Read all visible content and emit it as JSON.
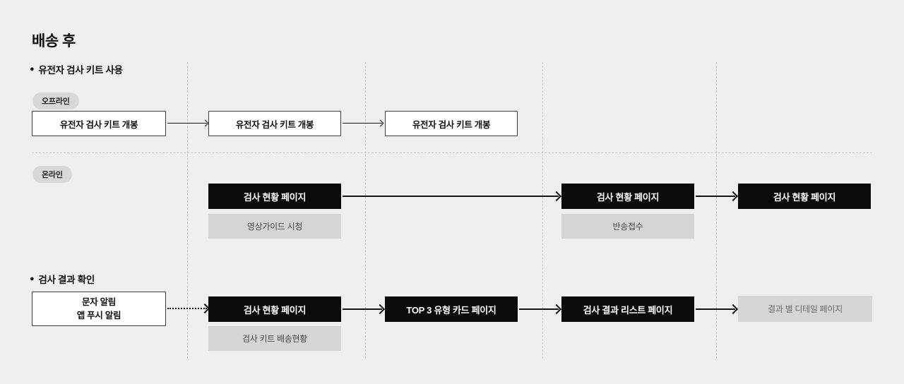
{
  "page": {
    "title": "배송 후",
    "bullet": "●"
  },
  "badges": {
    "offline": "오프라인",
    "online": "온라인"
  },
  "sections": [
    {
      "label": "유전자 검사 키트 사용"
    },
    {
      "label": "검사 결과 확인"
    }
  ],
  "offline_row": {
    "boxes": [
      "유전자 검사 키트 개봉",
      "유전자 검사 키트 개봉",
      "유전자 검사 키트 개봉"
    ]
  },
  "online_row": {
    "boxes": [
      {
        "label": "검사 현황 페이지",
        "sub": "영상가이드 시청"
      },
      {
        "label": "검사 현황 페이지",
        "sub": "반송접수"
      },
      {
        "label": "검사 현황 페이지"
      }
    ]
  },
  "result_row": {
    "notify_box": {
      "line1": "문자 알림",
      "line2": "앱 푸시 알림"
    },
    "boxes": [
      {
        "label": "검사 현황 페이지",
        "sub": "검사 키트 배송현황"
      },
      {
        "label": "TOP 3 유형 카드 페이지"
      },
      {
        "label": "검사 결과 리스트 페이지"
      }
    ],
    "detail_box": "결과 별 디테일 페이지"
  },
  "colors": {
    "background": "#edeff1",
    "page_box": "#0b0b0b",
    "page_box_text": "#ffffff",
    "sub_box": "#d3d5d6",
    "sub_box_text": "#474747",
    "white_box_border": "#3d3d3d",
    "badge_bg": "#d6d8da",
    "guide_line": "#c6c8ca",
    "arrow": "#141414"
  }
}
